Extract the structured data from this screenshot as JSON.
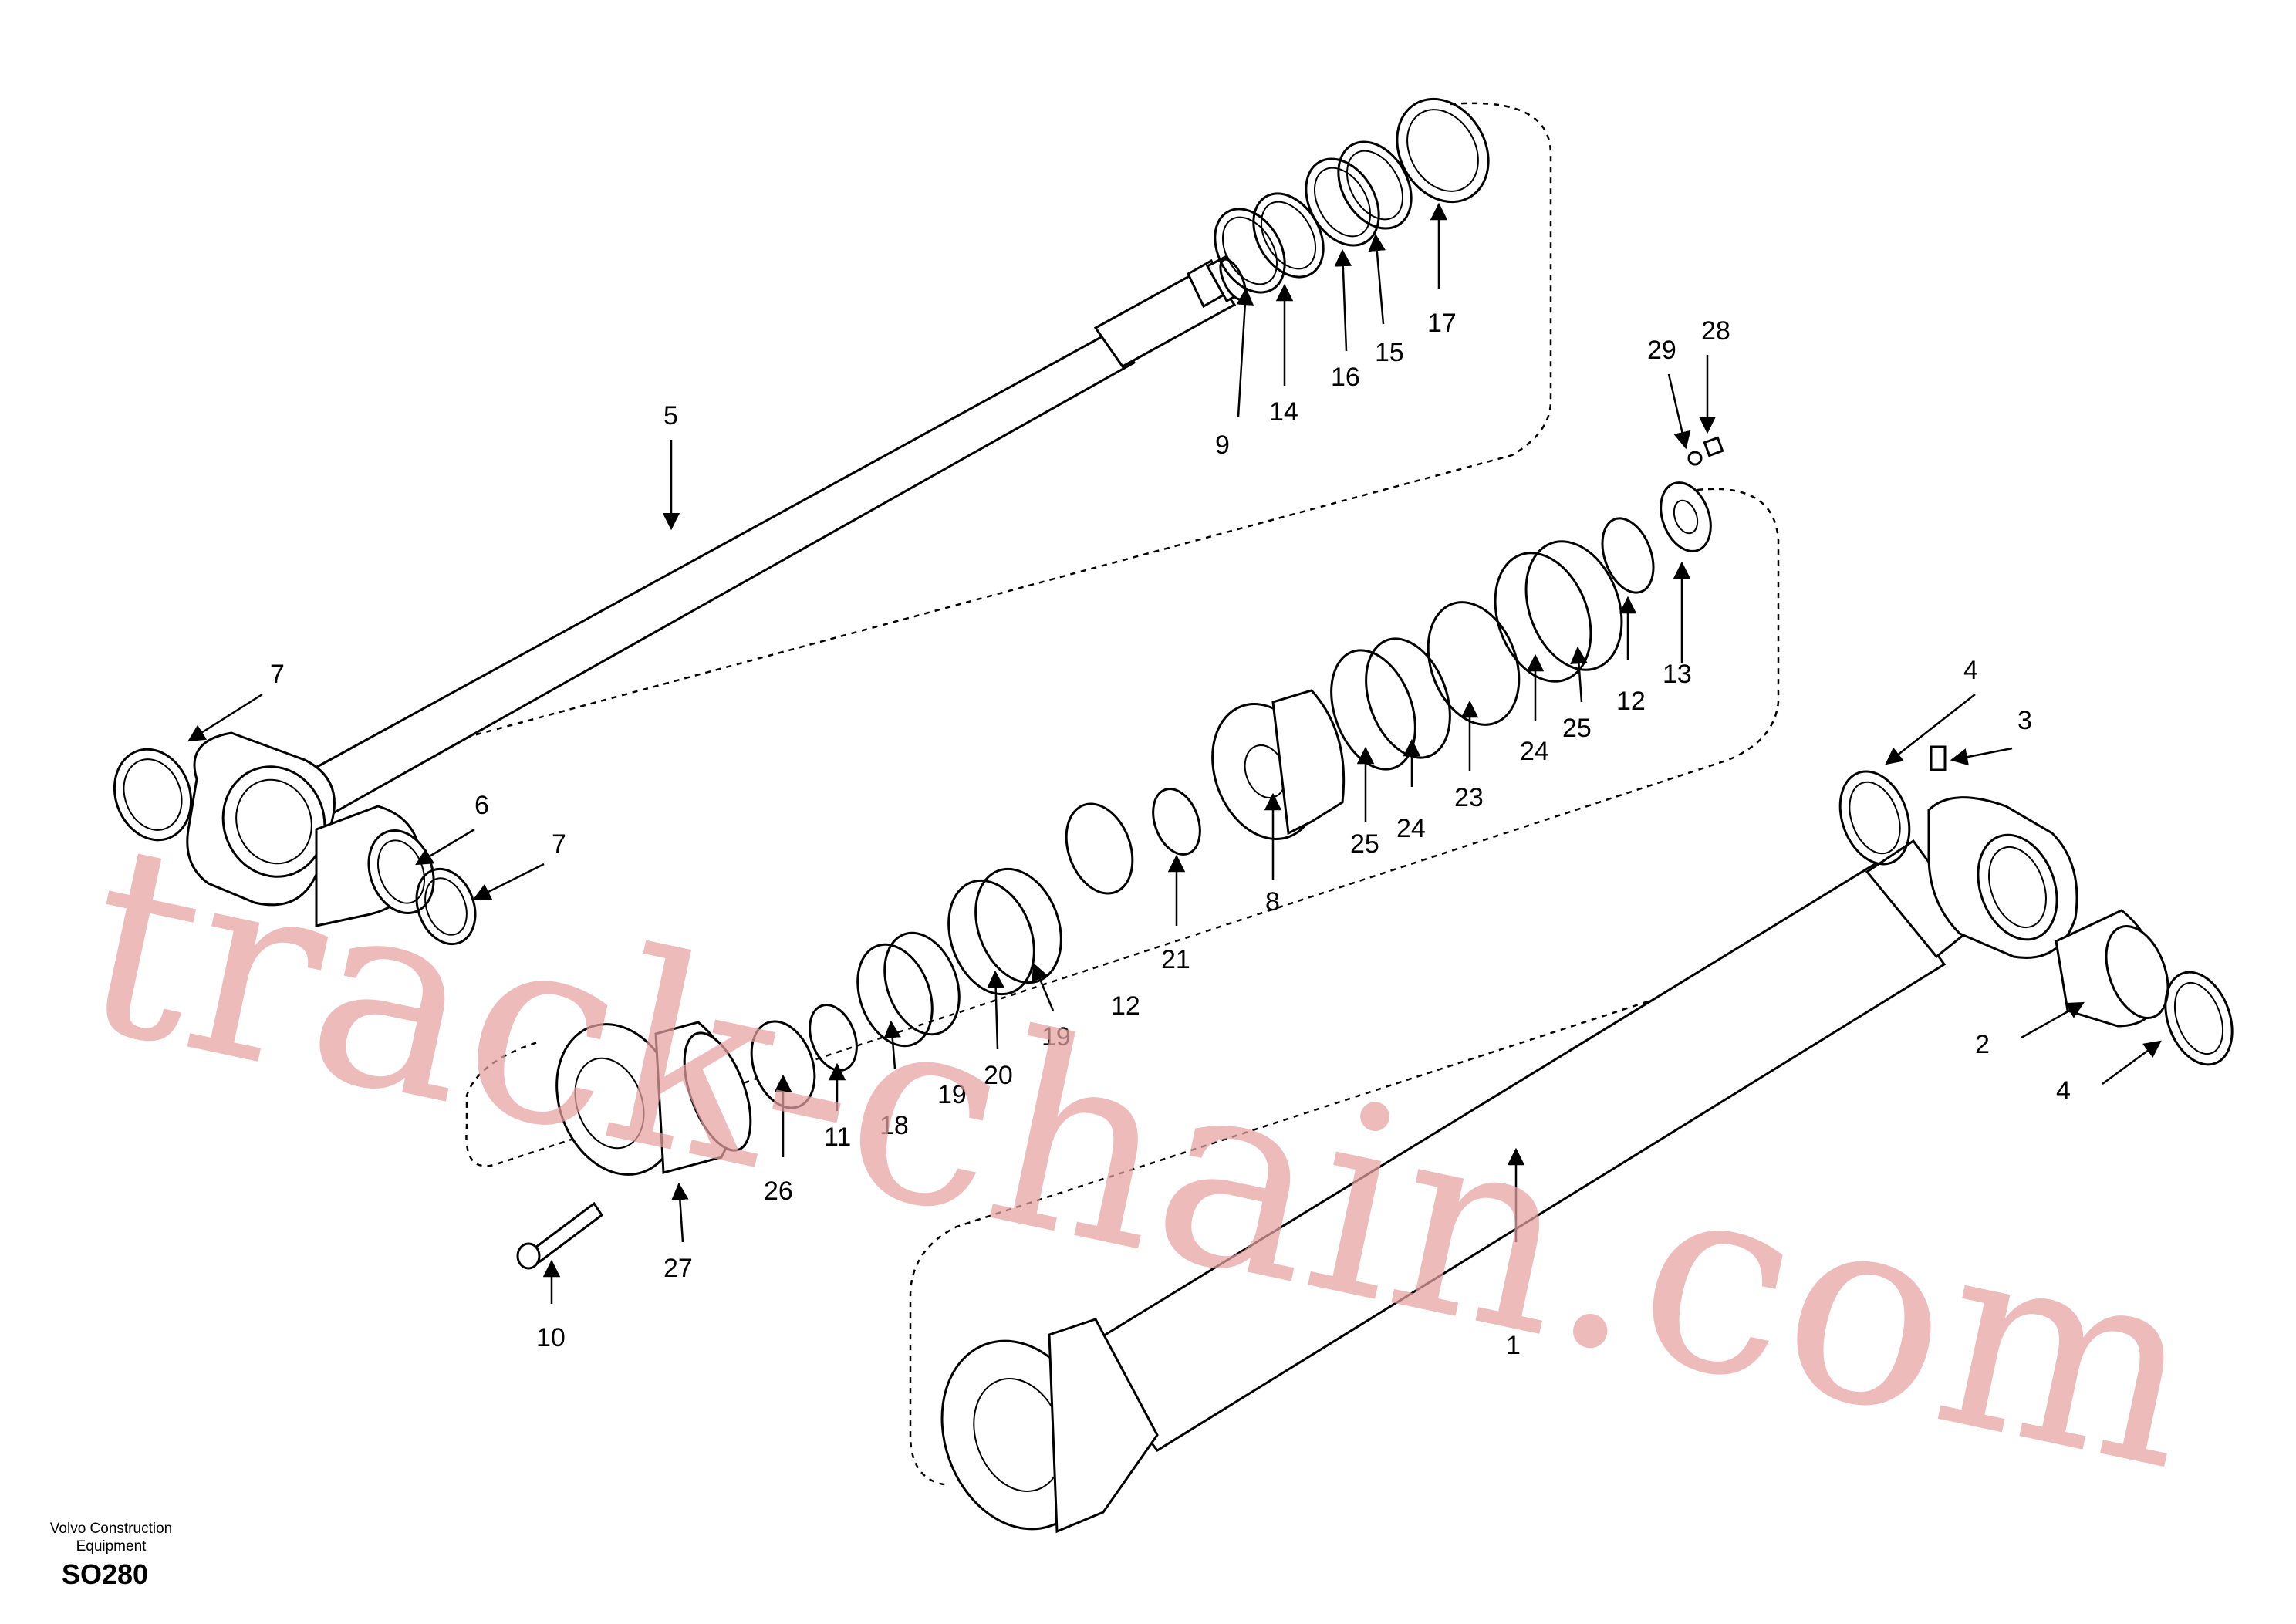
{
  "watermark": "track-chain.com",
  "brand": {
    "line1": "Volvo Construction",
    "line2": "Equipment"
  },
  "drawing_code": "SO280",
  "callouts": [
    "1",
    "2",
    "3",
    "4",
    "4",
    "5",
    "6",
    "7",
    "7",
    "8",
    "9",
    "10",
    "11",
    "12",
    "12",
    "13",
    "14",
    "15",
    "16",
    "17",
    "18",
    "19",
    "19",
    "20",
    "21",
    "23",
    "24",
    "24",
    "25",
    "25",
    "26",
    "27",
    "28",
    "29"
  ]
}
